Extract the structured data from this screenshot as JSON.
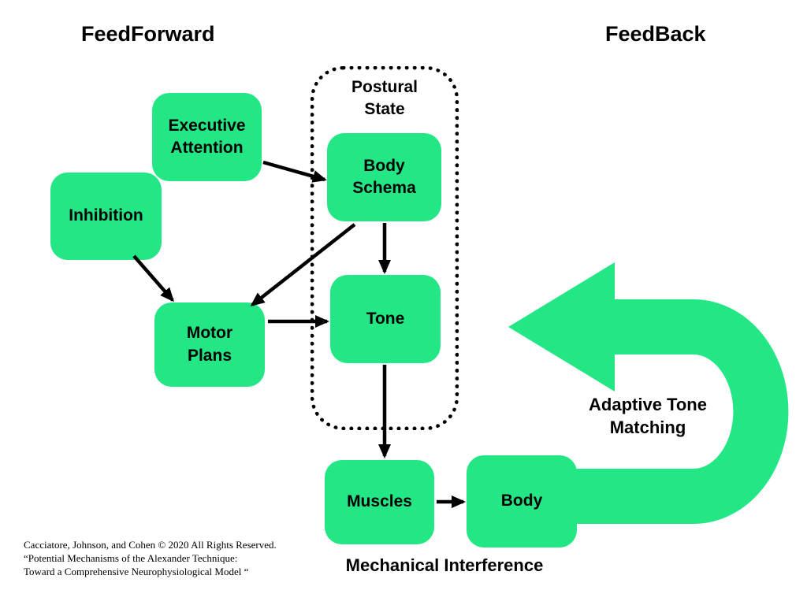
{
  "colors": {
    "green": "#23E685",
    "black": "#000000",
    "background": "#ffffff"
  },
  "headings": {
    "feedforward": "FeedForward",
    "feedback": "FeedBack"
  },
  "groups": {
    "postural_state": "Postural\nState"
  },
  "nodes": {
    "executive_attention": "Executive\nAttention",
    "inhibition": "Inhibition",
    "motor_plans": "Motor\nPlans",
    "body_schema": "Body\nSchema",
    "tone": "Tone",
    "muscles": "Muscles",
    "body": "Body"
  },
  "labels": {
    "adaptive_tone_matching": "Adaptive Tone\nMatching",
    "mechanical_interference": "Mechanical Interference"
  },
  "edges": [
    {
      "from": "Executive Attention",
      "to": "Body Schema"
    },
    {
      "from": "Inhibition",
      "to": "Motor Plans"
    },
    {
      "from": "Body Schema",
      "to": "Motor Plans"
    },
    {
      "from": "Motor Plans",
      "to": "Tone"
    },
    {
      "from": "Body Schema",
      "to": "Tone"
    },
    {
      "from": "Tone",
      "to": "Muscles"
    },
    {
      "from": "Muscles",
      "to": "Body"
    },
    {
      "from": "Body",
      "to": "Tone",
      "label": "Adaptive Tone Matching",
      "type": "feedback-loop"
    }
  ],
  "footer": {
    "line1": "Cacciatore, Johnson, and Cohen © 2020 All Rights Reserved.",
    "line2": "“Potential Mechanisms of the Alexander Technique:",
    "line3": "Toward a Comprehensive Neurophysiological Model “"
  }
}
